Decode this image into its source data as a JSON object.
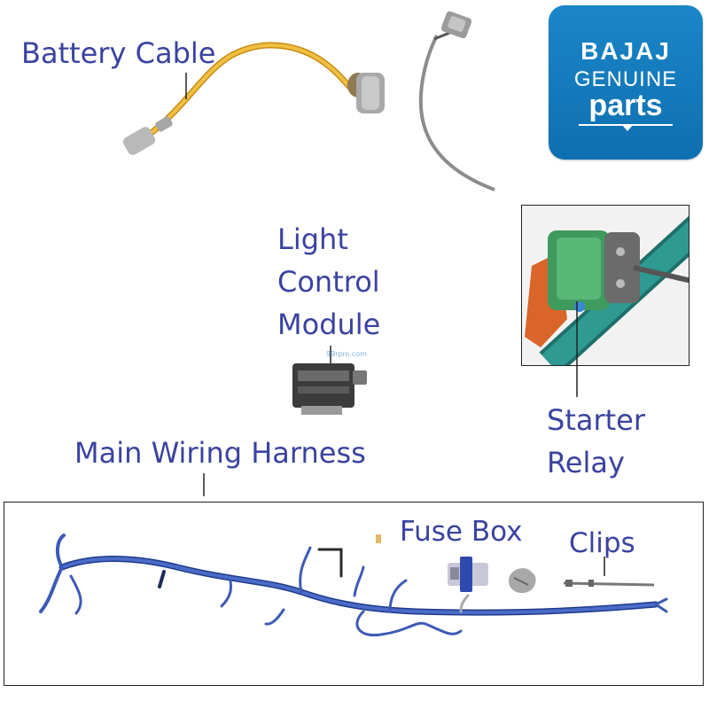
{
  "labels": {
    "battery_cable": "Battery Cable",
    "light_control_module": [
      "Light",
      "Control",
      "Module"
    ],
    "main_wiring_harness": "Main Wiring Harness",
    "starter_relay": [
      "Starter",
      "Relay"
    ],
    "fuse_box": "Fuse Box",
    "clips": "Clips"
  },
  "logo": {
    "brand": "BAJAJ",
    "line1": "GENUINE",
    "line2": "parts",
    "color": "#1479bd"
  },
  "watermark": "99rpm.com",
  "colors": {
    "label_text": "#3a43a0",
    "harness_wire": "#3d5bb5",
    "battery_cable": "#e3a82a",
    "relay_body": "#4aa86a",
    "frame_tube": "#2e8c86"
  }
}
